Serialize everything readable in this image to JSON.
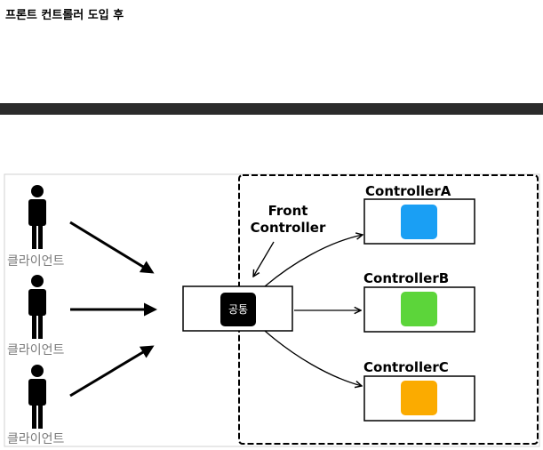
{
  "page": {
    "heading": "프론트 컨트롤러 도입 후"
  },
  "diagram": {
    "clients": [
      {
        "label": "클라이언트"
      },
      {
        "label": "클라이언트"
      },
      {
        "label": "클라이언트"
      }
    ],
    "front_controller": {
      "label_line1": "Front",
      "label_line2": "Controller",
      "common_label": "공통"
    },
    "controllers": [
      {
        "label": "ControllerA",
        "color": "#1a9ff4"
      },
      {
        "label": "ControllerB",
        "color": "#5cd53a"
      },
      {
        "label": "ControllerC",
        "color": "#fbab00"
      }
    ]
  }
}
